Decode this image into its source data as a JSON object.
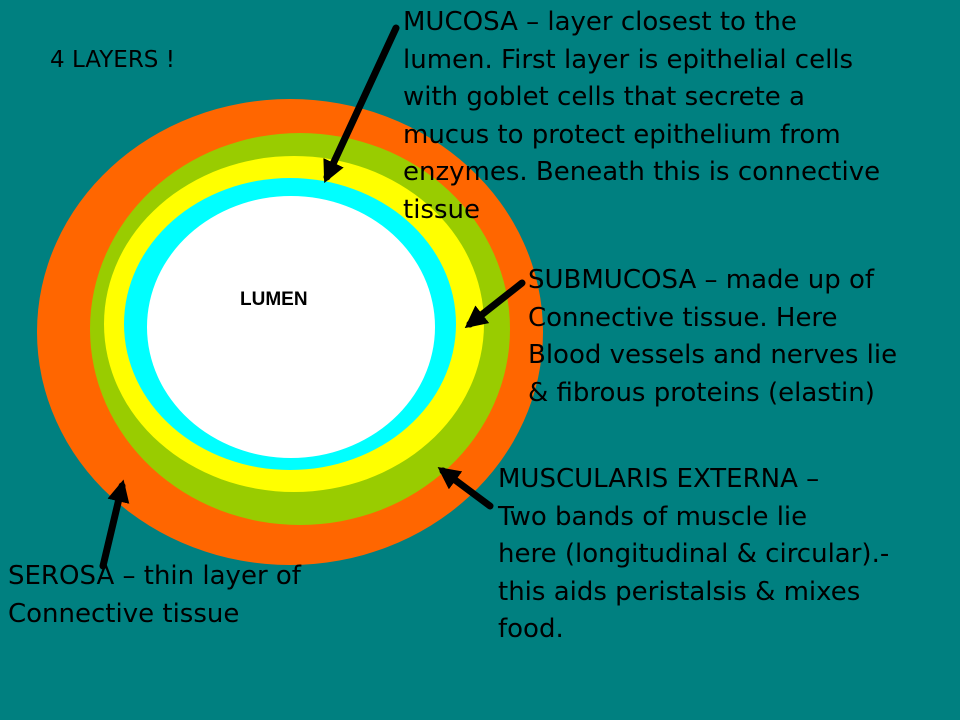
{
  "title": "4 LAYERS !",
  "lumen_label": "LUMEN",
  "colors": {
    "background": "#008080",
    "serosa": "#FF6600",
    "muscularis_externa": "#99CC00",
    "submucosa": "#FFFF00",
    "mucosa": "#00FFFF",
    "lumen": "#FFFFFF"
  },
  "labels": {
    "mucosa": [
      "MUCOSA – layer closest to the",
      "lumen.  First layer is epithelial cells",
      "with goblet cells that secrete a",
      "mucus to protect epithelium from",
      "enzymes.  Beneath this is connective",
      "tissue"
    ],
    "submucosa": [
      "SUBMUCOSA – made up of",
      "Connective tissue.  Here",
      "Blood vessels and nerves lie",
      "& fibrous proteins (elastin)"
    ],
    "muscularis_externa": [
      "MUSCULARIS EXTERNA –",
      "Two bands of muscle lie",
      "here (longitudinal & circular).-",
      "this aids peristalsis & mixes",
      "food."
    ],
    "serosa": [
      "SEROSA – thin layer of",
      "Connective tissue"
    ]
  }
}
